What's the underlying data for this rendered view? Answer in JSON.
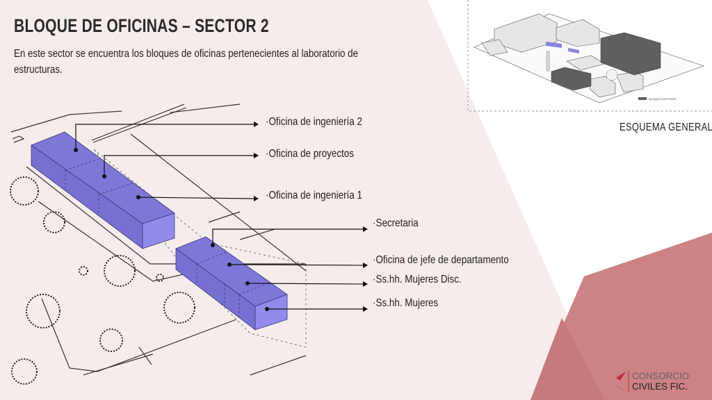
{
  "title": "BLOQUE DE OFICINAS – SECTOR 2",
  "intro": "En este sector se encuentra los bloques de oficinas pertenecientes al laboratorio de estructuras.",
  "labels": [
    "·Oficina de ingeniería 2",
    "·Oficina de proyectos",
    "·Oficina de ingeniería 1",
    "·Secretaria",
    "·Oficina de jefe de departamento",
    "·Ss.hh. Mujeres Disc.",
    "·Ss.hh. Mujeres"
  ],
  "scheme": {
    "caption": "ESQUEMA GENERAL",
    "legend": "BLOQUE EXISTENTE"
  },
  "logo": {
    "line1": "CONSORCIO",
    "line2": "CIVILES FIC."
  },
  "colors": {
    "pink_bg": "#f6eceb",
    "accent_red": "#cd8082",
    "block_purple": "#7c76d8",
    "existing_block": "#5c5c5c"
  }
}
